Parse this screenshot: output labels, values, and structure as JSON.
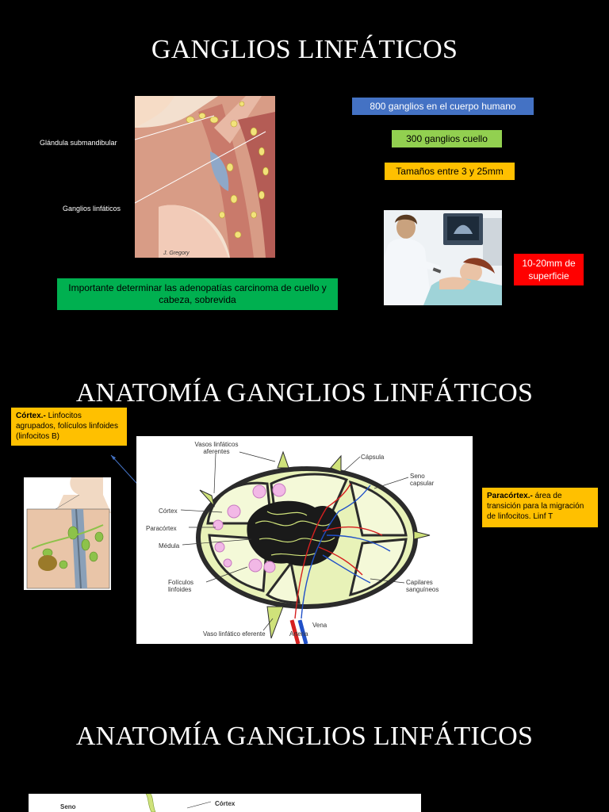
{
  "slide1": {
    "title": "GANGLIOS LINFÁTICOS",
    "neck_labels": {
      "submandibular": "Glándula submandibular",
      "ganglios": "Ganglios linfáticos",
      "credit": "J. Gregory"
    },
    "tags": {
      "count_body": "800 ganglios en el cuerpo humano",
      "count_neck": "300 ganglios cuello",
      "size": "Tamaños entre 3 y 25mm",
      "surface": "10-20mm de superficie",
      "important": "Importante determinar las adenopatías carcinoma de cuello y cabeza, sobrevida"
    }
  },
  "slide2": {
    "title": "ANATOMÍA GANGLIOS LINFÁTICOS",
    "cortex_note_term": "Córtex.-",
    "cortex_note_text": " Linfocitos agrupados, folículos linfoides (linfocitos B)",
    "paracortex_note_term": "Paracórtex.-",
    "paracortex_note_text": " área de transición para la migración de linfocitos. Linf T",
    "diagram_labels": {
      "vasos_aferentes": "Vasos linfáticos aferentes",
      "capsula": "Cápsula",
      "seno_capsular": "Seno capsular",
      "cortex": "Córtex",
      "paracortex": "Paracórtex",
      "medula": "Médula",
      "foliculos": "Folículos linfoides",
      "capilares": "Capilares sanguíneos",
      "vena": "Vena",
      "arteria": "Arteria",
      "vaso_eferente": "Vaso linfático eferente"
    }
  },
  "slide3": {
    "title": "ANATOMÍA GANGLIOS LINFÁTICOS",
    "labels": {
      "seno": "Seno",
      "cortex": "Córtex"
    }
  },
  "colors": {
    "blue": "#4472c4",
    "lime": "#92d050",
    "orange": "#ffc000",
    "red": "#ff0000",
    "green": "#00b050"
  }
}
